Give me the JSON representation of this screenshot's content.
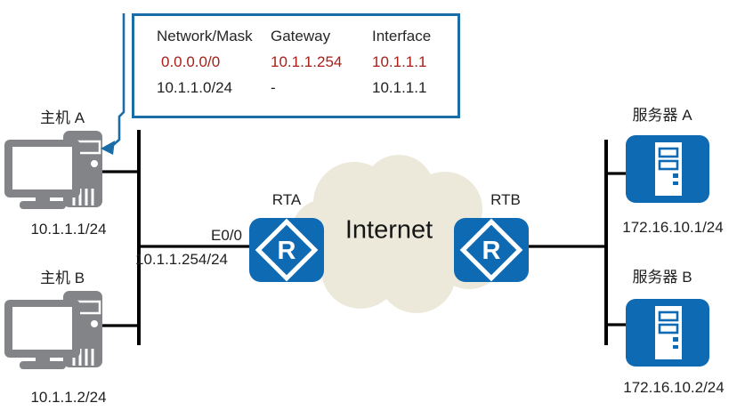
{
  "routing_table": {
    "columns": [
      "Network/Mask",
      "Gateway",
      "Interface"
    ],
    "rows": [
      {
        "cells": [
          "0.0.0.0/0",
          "10.1.1.254",
          "10.1.1.1"
        ],
        "highlight": true
      },
      {
        "cells": [
          "10.1.1.0/24",
          "-",
          "10.1.1.1"
        ],
        "highlight": false
      }
    ]
  },
  "nodes": {
    "host_a": {
      "label": "主机 A",
      "ip": "10.1.1.1/24"
    },
    "host_b": {
      "label": "主机 B",
      "ip": "10.1.1.2/24"
    },
    "router_a": {
      "label": "RTA",
      "glyph": "R"
    },
    "router_b": {
      "label": "RTB",
      "glyph": "R"
    },
    "server_a": {
      "label": "服务器 A",
      "ip": "172.16.10.1/24"
    },
    "server_b": {
      "label": "服务器 B",
      "ip": "172.16.10.2/24"
    },
    "internet": {
      "label": "Internet"
    }
  },
  "interface_labels": {
    "rta_port": "E0/0",
    "rta_ip": "10.1.1.254/24"
  },
  "colors": {
    "device_blue": "#0f6ab4",
    "host_gray": "#828487",
    "cloud_beige": "#ece9db",
    "table_border_blue": "#1a6da6",
    "highlight_red": "#a81e17",
    "line_black": "#000000"
  }
}
